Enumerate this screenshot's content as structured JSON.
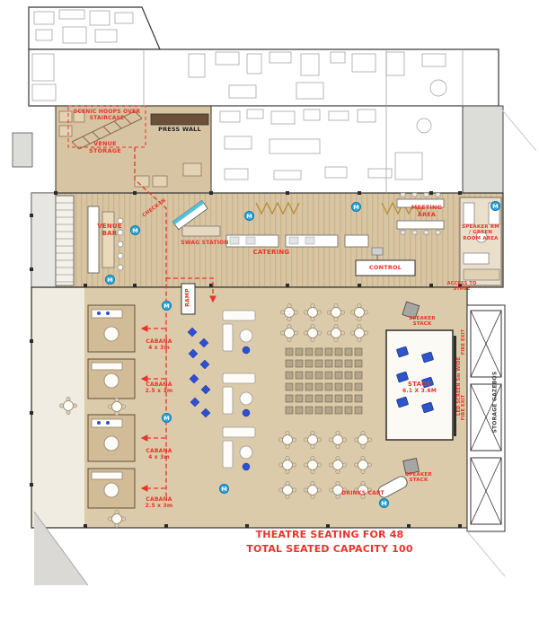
{
  "colors": {
    "accent_red": "#e8342a",
    "floor_tan": "#dccbaa",
    "wood_tan": "#d8c5a2",
    "cabana_tan": "#d2bc98",
    "marker_blue": "#2ba7de",
    "furniture_blue": "#2b50d4"
  },
  "labels": {
    "scenic_hoops": "SCENIC HOOPS OVER STAIRCASE",
    "venue_storage": "VENUE STORAGE",
    "press_wall": "PRESS WALL",
    "check_in": "CHECK-IN",
    "venue_bar": "VENUE BAR",
    "swag_station": "SWAG STATION",
    "catering": "CATERING",
    "meeting_area": "MEETING AREA",
    "speaker_room": "SPEAKER RM / GREEN ROOM AREA",
    "control": "CONTROL",
    "access_to_stage": "ACCESS TO STAGE",
    "ramp": "RAMP",
    "led_screen": "LED SCREEN 5m WIDE",
    "speaker_stack": "SPEAKER STACK",
    "drinks_cart": "DRINKS CART",
    "storage_gazebos": "STORAGE GAZEBOS",
    "fire_exit": "FIRE EXIT",
    "marker_m": "M"
  },
  "stage": {
    "name": "STAGE",
    "size": "6.1 X 3.6M"
  },
  "cabanas": [
    {
      "name": "CABANA",
      "size": "4 x 3m"
    },
    {
      "name": "CABANA",
      "size": "2.5 x 3m"
    },
    {
      "name": "CABANA",
      "size": "4 x 3m"
    },
    {
      "name": "CABANA",
      "size": "2.5 x 3m"
    }
  ],
  "footer": {
    "line1": "THEATRE SEATING FOR 48",
    "line2": "TOTAL SEATED CAPACITY 100"
  }
}
